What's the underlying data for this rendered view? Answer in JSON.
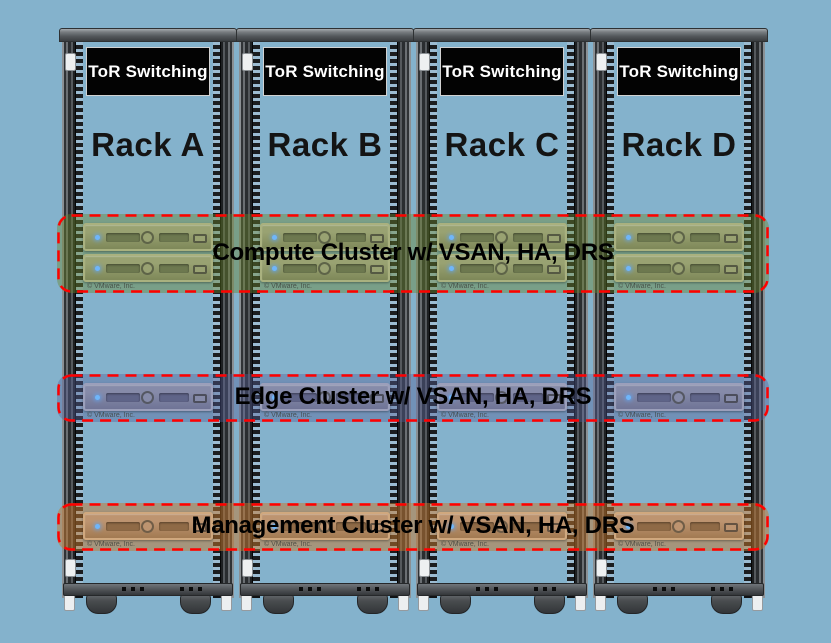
{
  "canvas": {
    "background_color": "#84B2CC",
    "cluster_border_color": "#FF0000"
  },
  "racks": [
    {
      "tor_label": "ToR Switching",
      "name": "Rack A"
    },
    {
      "tor_label": "ToR Switching",
      "name": "Rack B"
    },
    {
      "tor_label": "ToR Switching",
      "name": "Rack C"
    },
    {
      "tor_label": "ToR Switching",
      "name": "Rack D"
    }
  ],
  "clusters": [
    {
      "label": "Compute Cluster w/ VSAN, HA, DRS",
      "tint_color": "#6C862C",
      "servers_per_rack": 2
    },
    {
      "label": "Edge Cluster w/ VSAN, HA, DRS",
      "tint_color": "#545E98",
      "servers_per_rack": 1
    },
    {
      "label": "Management Cluster w/ VSAN, HA, DRS",
      "tint_color": "#C67828",
      "servers_per_rack": 1
    }
  ],
  "copyright": "© VMware, Inc."
}
